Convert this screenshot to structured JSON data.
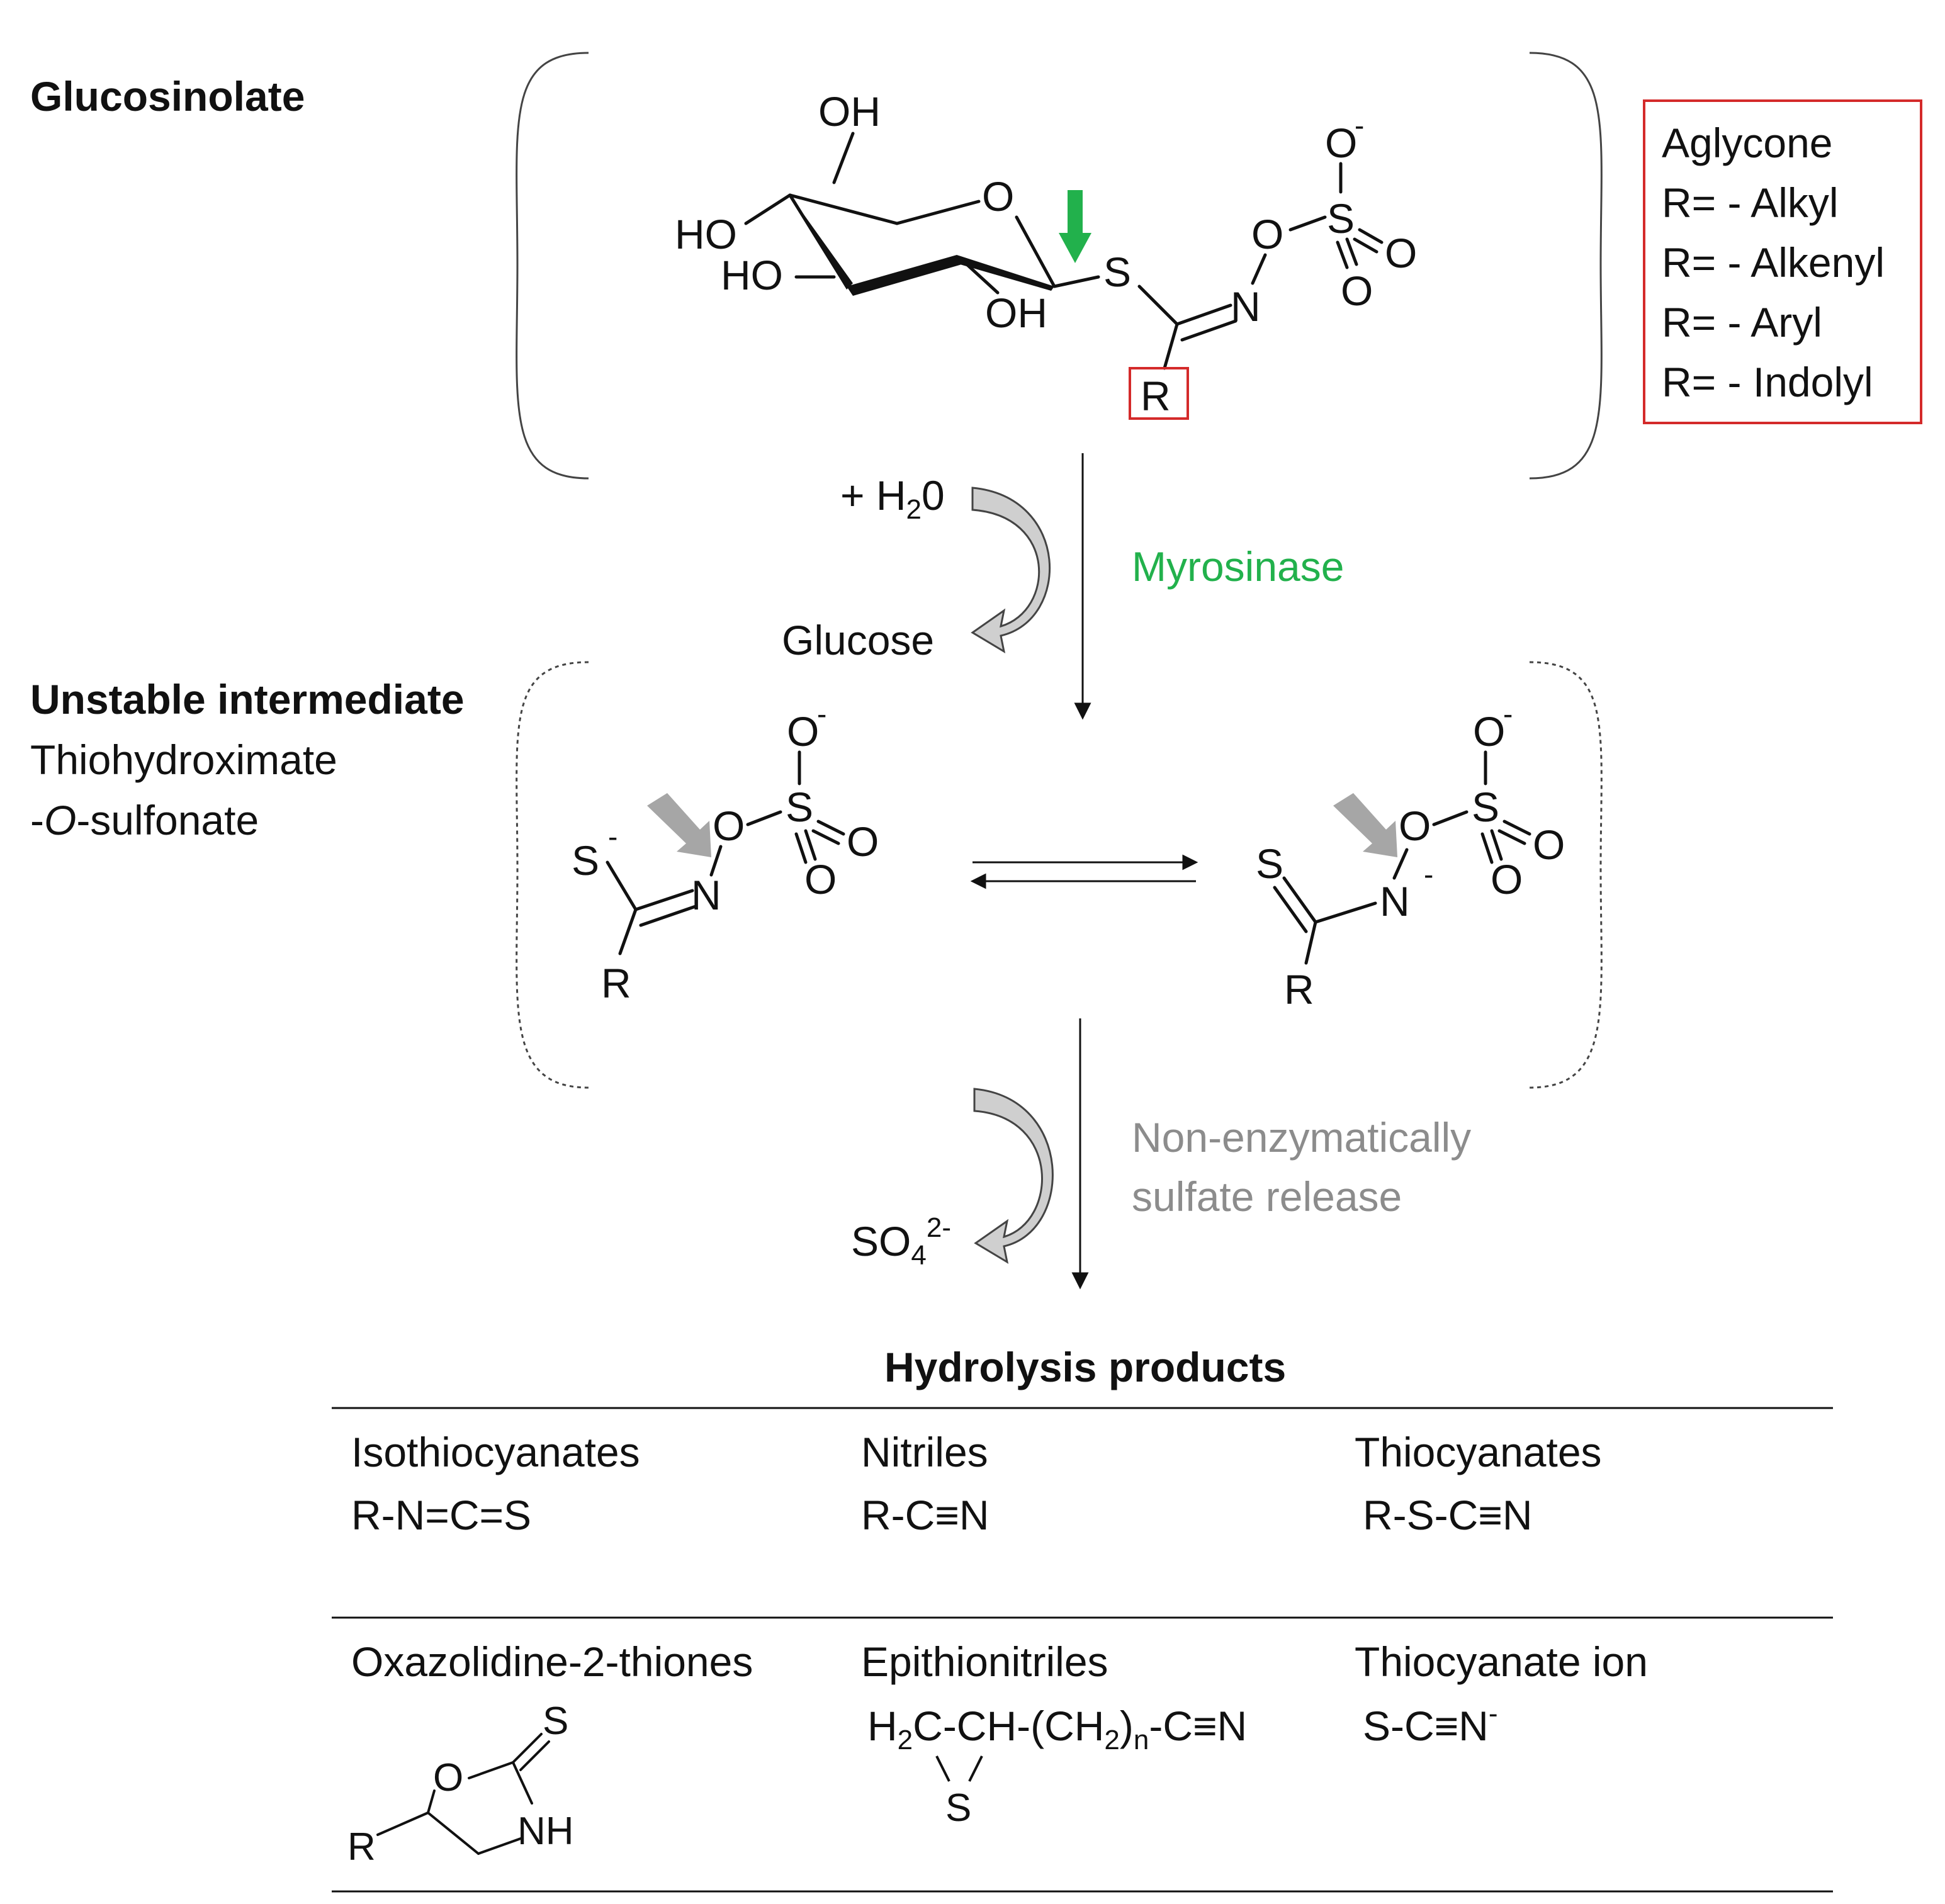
{
  "sections": {
    "glucosinolate": {
      "label": "Glucosinolate"
    },
    "intermediate": {
      "label": "Unstable intermediate",
      "sub_line1": "Thiohydroximate",
      "sub_line2_prefix": "-",
      "sub_line2_italic": "O",
      "sub_line2_suffix": "-sulfonate"
    }
  },
  "aglycone_box": {
    "title": "Aglycone",
    "items": [
      "R= - Alkyl",
      "R= - Alkenyl",
      "R= - Aryl",
      "R= - Indolyl"
    ]
  },
  "structure_labels": {
    "oh_top": "OH",
    "ho_1": "HO",
    "ho_2": "HO",
    "oh_bottom": "OH",
    "ring_o": "O",
    "s": "S",
    "n": "N",
    "o": "O",
    "sulfur": "S",
    "o_minus": "O",
    "o_right": "O",
    "o_bottom": "O",
    "r": "R",
    "minus": "-"
  },
  "step1": {
    "reagent_prefix": "+ H",
    "reagent_sub": "2",
    "reagent_suffix": "0",
    "leaving": "Glucose",
    "enzyme": "Myrosinase",
    "enzyme_color": "#22b14c"
  },
  "step2": {
    "leaving_main": "SO",
    "leaving_sub": "4",
    "leaving_sup": "2-",
    "label_line1": "Non-enzymatically",
    "label_line2": "sulfate release",
    "label_color": "#8c8c8c"
  },
  "products": {
    "title": "Hydrolysis products",
    "row1": [
      {
        "name": "Isothiocyanates",
        "formula": "R-N=C=S"
      },
      {
        "name": "Nitriles",
        "formula": "R-C≡N"
      },
      {
        "name": "Thiocyanates",
        "formula": "R-S-C≡N"
      }
    ],
    "row2": {
      "oxazolidine": {
        "name": "Oxazolidine-2-thiones",
        "s": "S",
        "o": "O",
        "nh": "NH",
        "r": "R"
      },
      "epithionitriles": {
        "name": "Epithionitriles",
        "f1": "H",
        "f1_sub": "2",
        "f2": "C-CH-(CH",
        "f2_sub": "2",
        "f3": ")",
        "f3_sub": "n",
        "f4": "-C≡N",
        "s": "S"
      },
      "thiocyanate_ion": {
        "name": "Thiocyanate ion",
        "formula": "S-C≡N",
        "sup": "-"
      }
    }
  },
  "colors": {
    "highlight_red": "#d42a2a",
    "arrow_green": "#22b14c",
    "arrow_grey": "#a6a6a6",
    "text_grey": "#8c8c8c",
    "curve_fill": "#cfcfcf"
  }
}
